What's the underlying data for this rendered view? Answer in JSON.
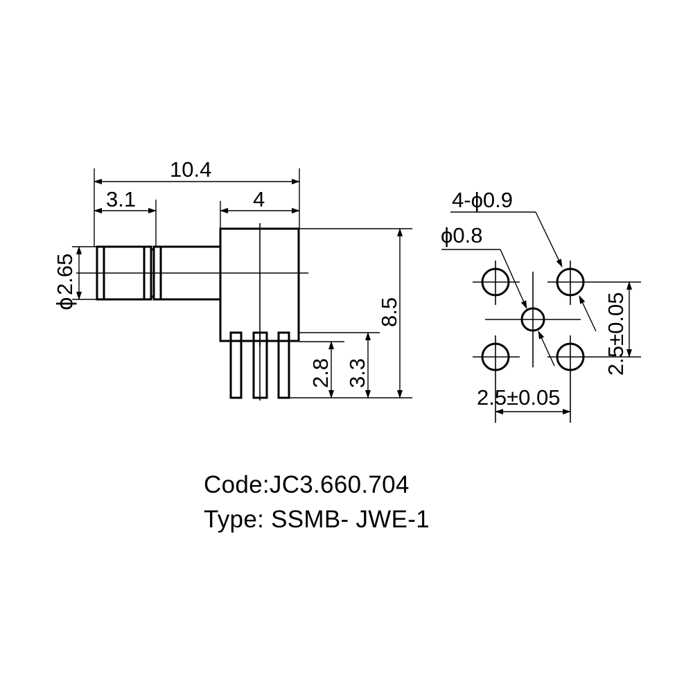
{
  "side_view": {
    "dim_total_length": "10.4",
    "dim_plug_length": "3.1",
    "dim_body_width": "4",
    "dim_plug_diameter_symbol": "ϕ",
    "dim_plug_diameter": "2.65",
    "dim_height": "8.5",
    "dim_pin_length_inner": "2.8",
    "dim_pin_length_outer": "3.3"
  },
  "footprint": {
    "callout_outer_holes": "4-ϕ0.9",
    "callout_center_hole": "ϕ0.8",
    "pitch_horizontal": "2.5±0.05",
    "pitch_vertical": "2.5±0.05"
  },
  "caption": {
    "code_line": "Code:JC3.660.704",
    "type_line": "Type: SSMB- JWE-1"
  }
}
